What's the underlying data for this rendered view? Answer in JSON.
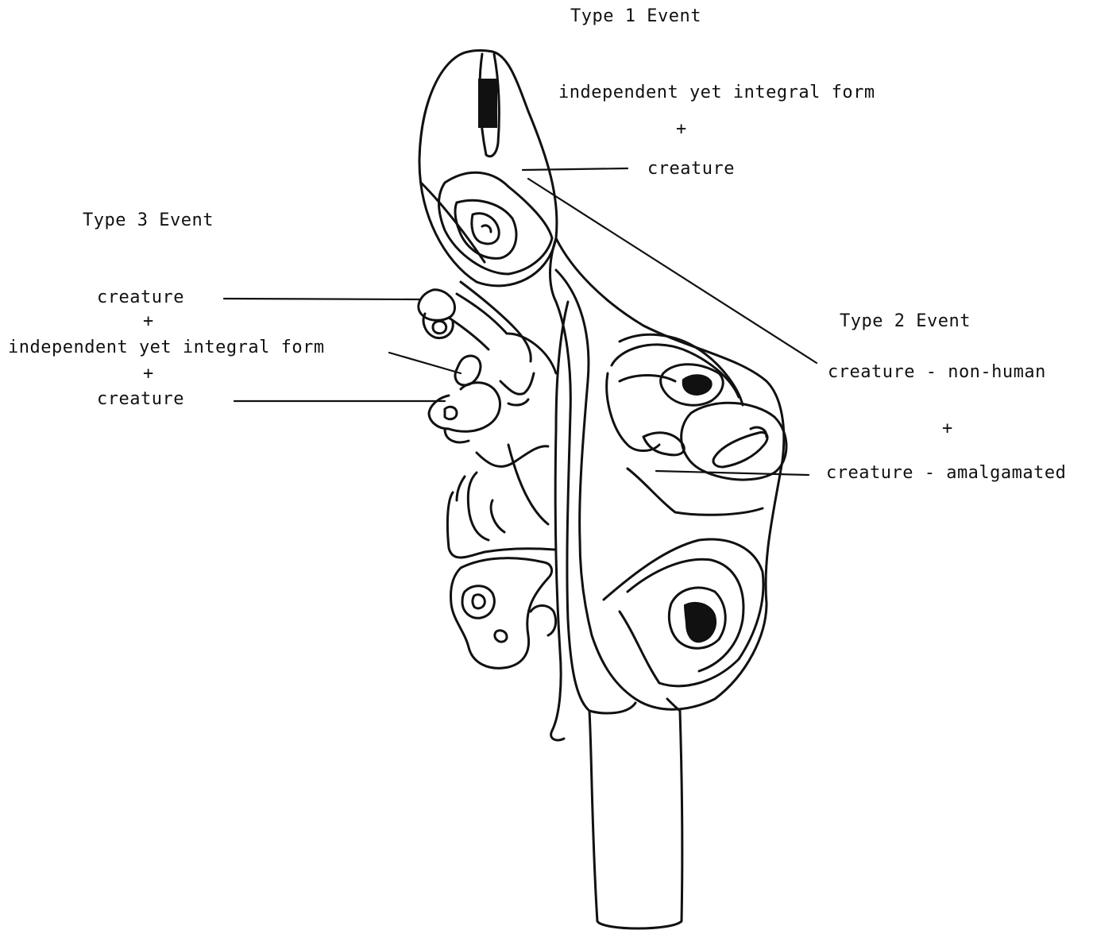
{
  "type1": {
    "heading": "Type 1 Event",
    "line1": "independent yet integral form",
    "plus": "+",
    "line2": "creature"
  },
  "type2": {
    "heading": "Type 2 Event",
    "line1": "creature - non-human",
    "plus": "+",
    "line2": "creature - amalgamated"
  },
  "type3": {
    "heading": "Type 3 Event",
    "line1": "creature",
    "plus1": "+",
    "line2": "independent yet integral form",
    "plus2": "+",
    "line3": "creature"
  }
}
